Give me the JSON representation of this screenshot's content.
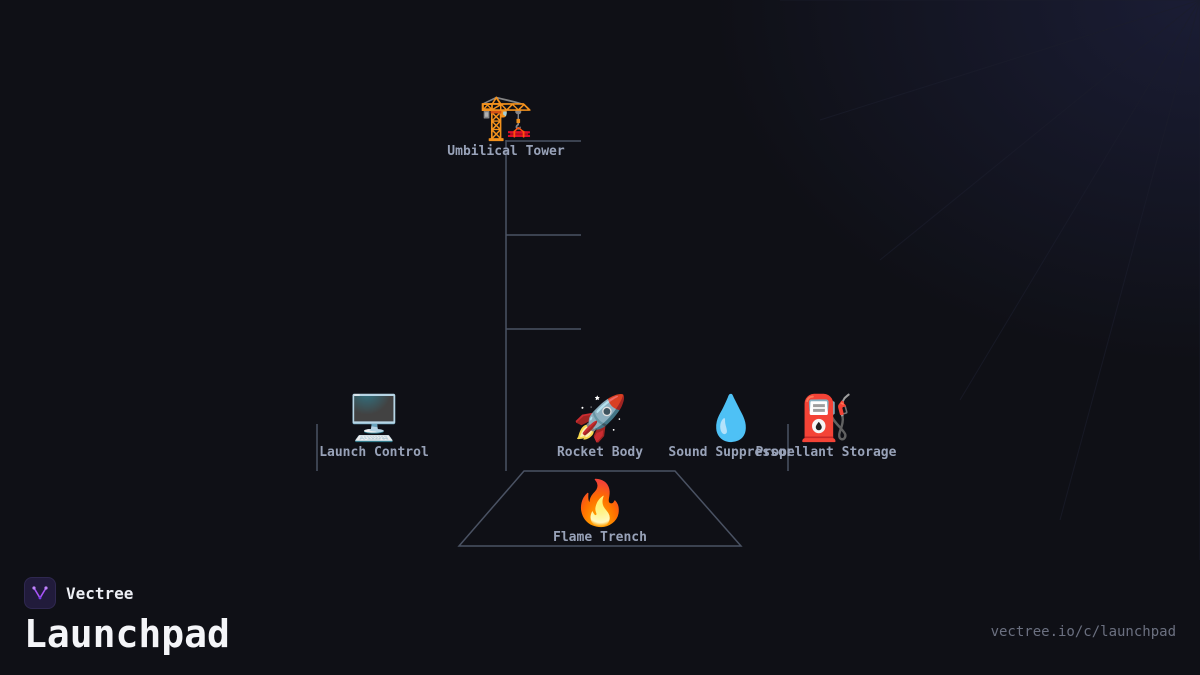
{
  "diagram": {
    "nodes": {
      "umbilical_tower": {
        "label": "Umbilical Tower",
        "icon": "construction-crane-icon",
        "glyph": "🏗️"
      },
      "launch_control": {
        "label": "Launch Control",
        "icon": "desktop-computer-icon",
        "glyph": "🖥️"
      },
      "rocket_body": {
        "label": "Rocket Body",
        "icon": "rocket-icon",
        "glyph": "🚀"
      },
      "sound_suppressor": {
        "label": "Sound Suppressor",
        "icon": "water-droplet-icon",
        "glyph": "💧"
      },
      "propellant_storage": {
        "label": "Propellant Storage",
        "icon": "fuel-pump-icon",
        "glyph": "⛽"
      },
      "flame_trench": {
        "label": "Flame Trench",
        "icon": "fire-icon",
        "glyph": "🔥"
      }
    },
    "line_color": "#4a5263"
  },
  "footer": {
    "brand": "Vectree",
    "title": "Launchpad",
    "url": "vectree.io/c/launchpad",
    "accent": "#a855f7"
  }
}
